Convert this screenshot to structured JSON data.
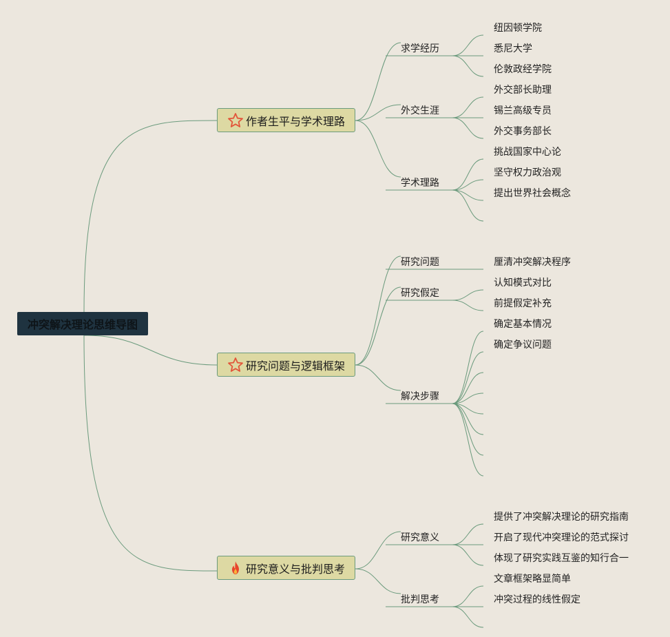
{
  "root": {
    "title": "冲突解决理论思维导图"
  },
  "branches": [
    {
      "label": "作者生平与学术理路",
      "icon": "star-icon",
      "children": [
        {
          "label": "求学经历",
          "children": [
            "纽因顿学院",
            "悉尼大学",
            "伦敦政经学院"
          ]
        },
        {
          "label": "外交生涯",
          "children": [
            "外交部长助理",
            "锡兰高级专员",
            "外交事务部长"
          ]
        },
        {
          "label": "学术理路",
          "children": [
            "挑战国家中心论",
            "坚守权力政治观",
            "提出世界社会概念",
            ""
          ]
        }
      ]
    },
    {
      "label": "研究问题与逻辑框架",
      "icon": "star-icon",
      "children": [
        {
          "label": "研究问题",
          "children": [
            "厘清冲突解决程序"
          ]
        },
        {
          "label": "研究假定",
          "children": [
            "认知模式对比",
            "前提假定补充"
          ]
        },
        {
          "label": "解决步骤",
          "children": [
            "确定基本情况",
            "确定争议问题",
            "",
            "",
            "",
            "",
            "",
            "",
            ""
          ]
        }
      ]
    },
    {
      "label": "研究意义与批判思考",
      "icon": "fire-icon",
      "children": [
        {
          "label": "研究意义",
          "children": [
            "提供了冲突解决理论的研究指南",
            "开启了现代冲突理论的范式探讨",
            "体现了研究实践互鉴的知行合一"
          ]
        },
        {
          "label": "批判思考",
          "children": [
            "文章框架略显简单",
            "冲突过程的线性假定",
            ""
          ]
        }
      ]
    }
  ],
  "colors": {
    "background": "#ece7de",
    "root_fill": "#1f3340",
    "branch_fill": "#ddd9a3",
    "branch_border": "#6a9a7c",
    "line": "#6a9a7c",
    "star": "#e2553a",
    "fire": "#e8452c"
  }
}
